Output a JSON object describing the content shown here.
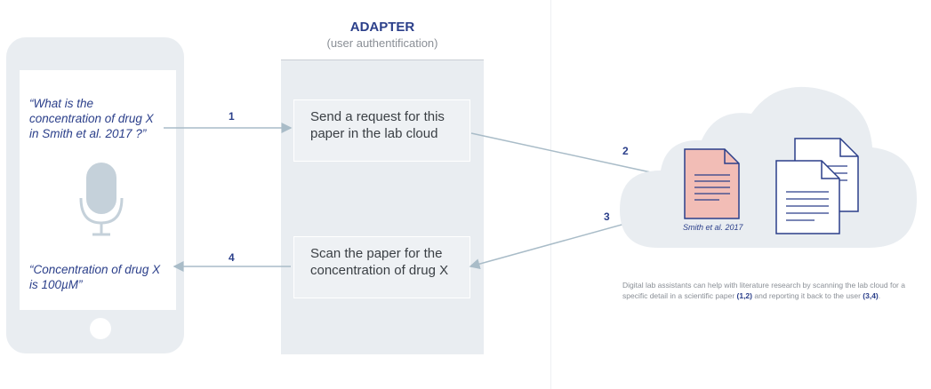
{
  "colors": {
    "navy": "#2b3f8a",
    "panel": "#e9edf1",
    "arrow": "#a9bcc8",
    "doc_highlight": "#f2bdb6"
  },
  "phone": {
    "question": "“What is the concentration of drug X in Smith et al. 2017 ?”",
    "answer": "“Concentration of drug X is 100µM”",
    "mic_icon": "microphone-icon"
  },
  "adapter": {
    "title": "ADAPTER",
    "subtitle": "(user authentification)",
    "step_request": "Send a request for this paper in the lab cloud",
    "step_scan": "Scan the paper for the concentration of drug X"
  },
  "arrows": {
    "step1": "1",
    "step2": "2",
    "step3": "3",
    "step4": "4"
  },
  "cloud": {
    "doc_label": "Smith et al. 2017"
  },
  "caption": {
    "part1": "Digital lab assistants can help with literature research by scanning the lab cloud for a specific detail in a scientific paper ",
    "ref1": "(1,2)",
    "part2": " and reporting it back to the user ",
    "ref2": "(3,4)",
    "part3": "."
  }
}
